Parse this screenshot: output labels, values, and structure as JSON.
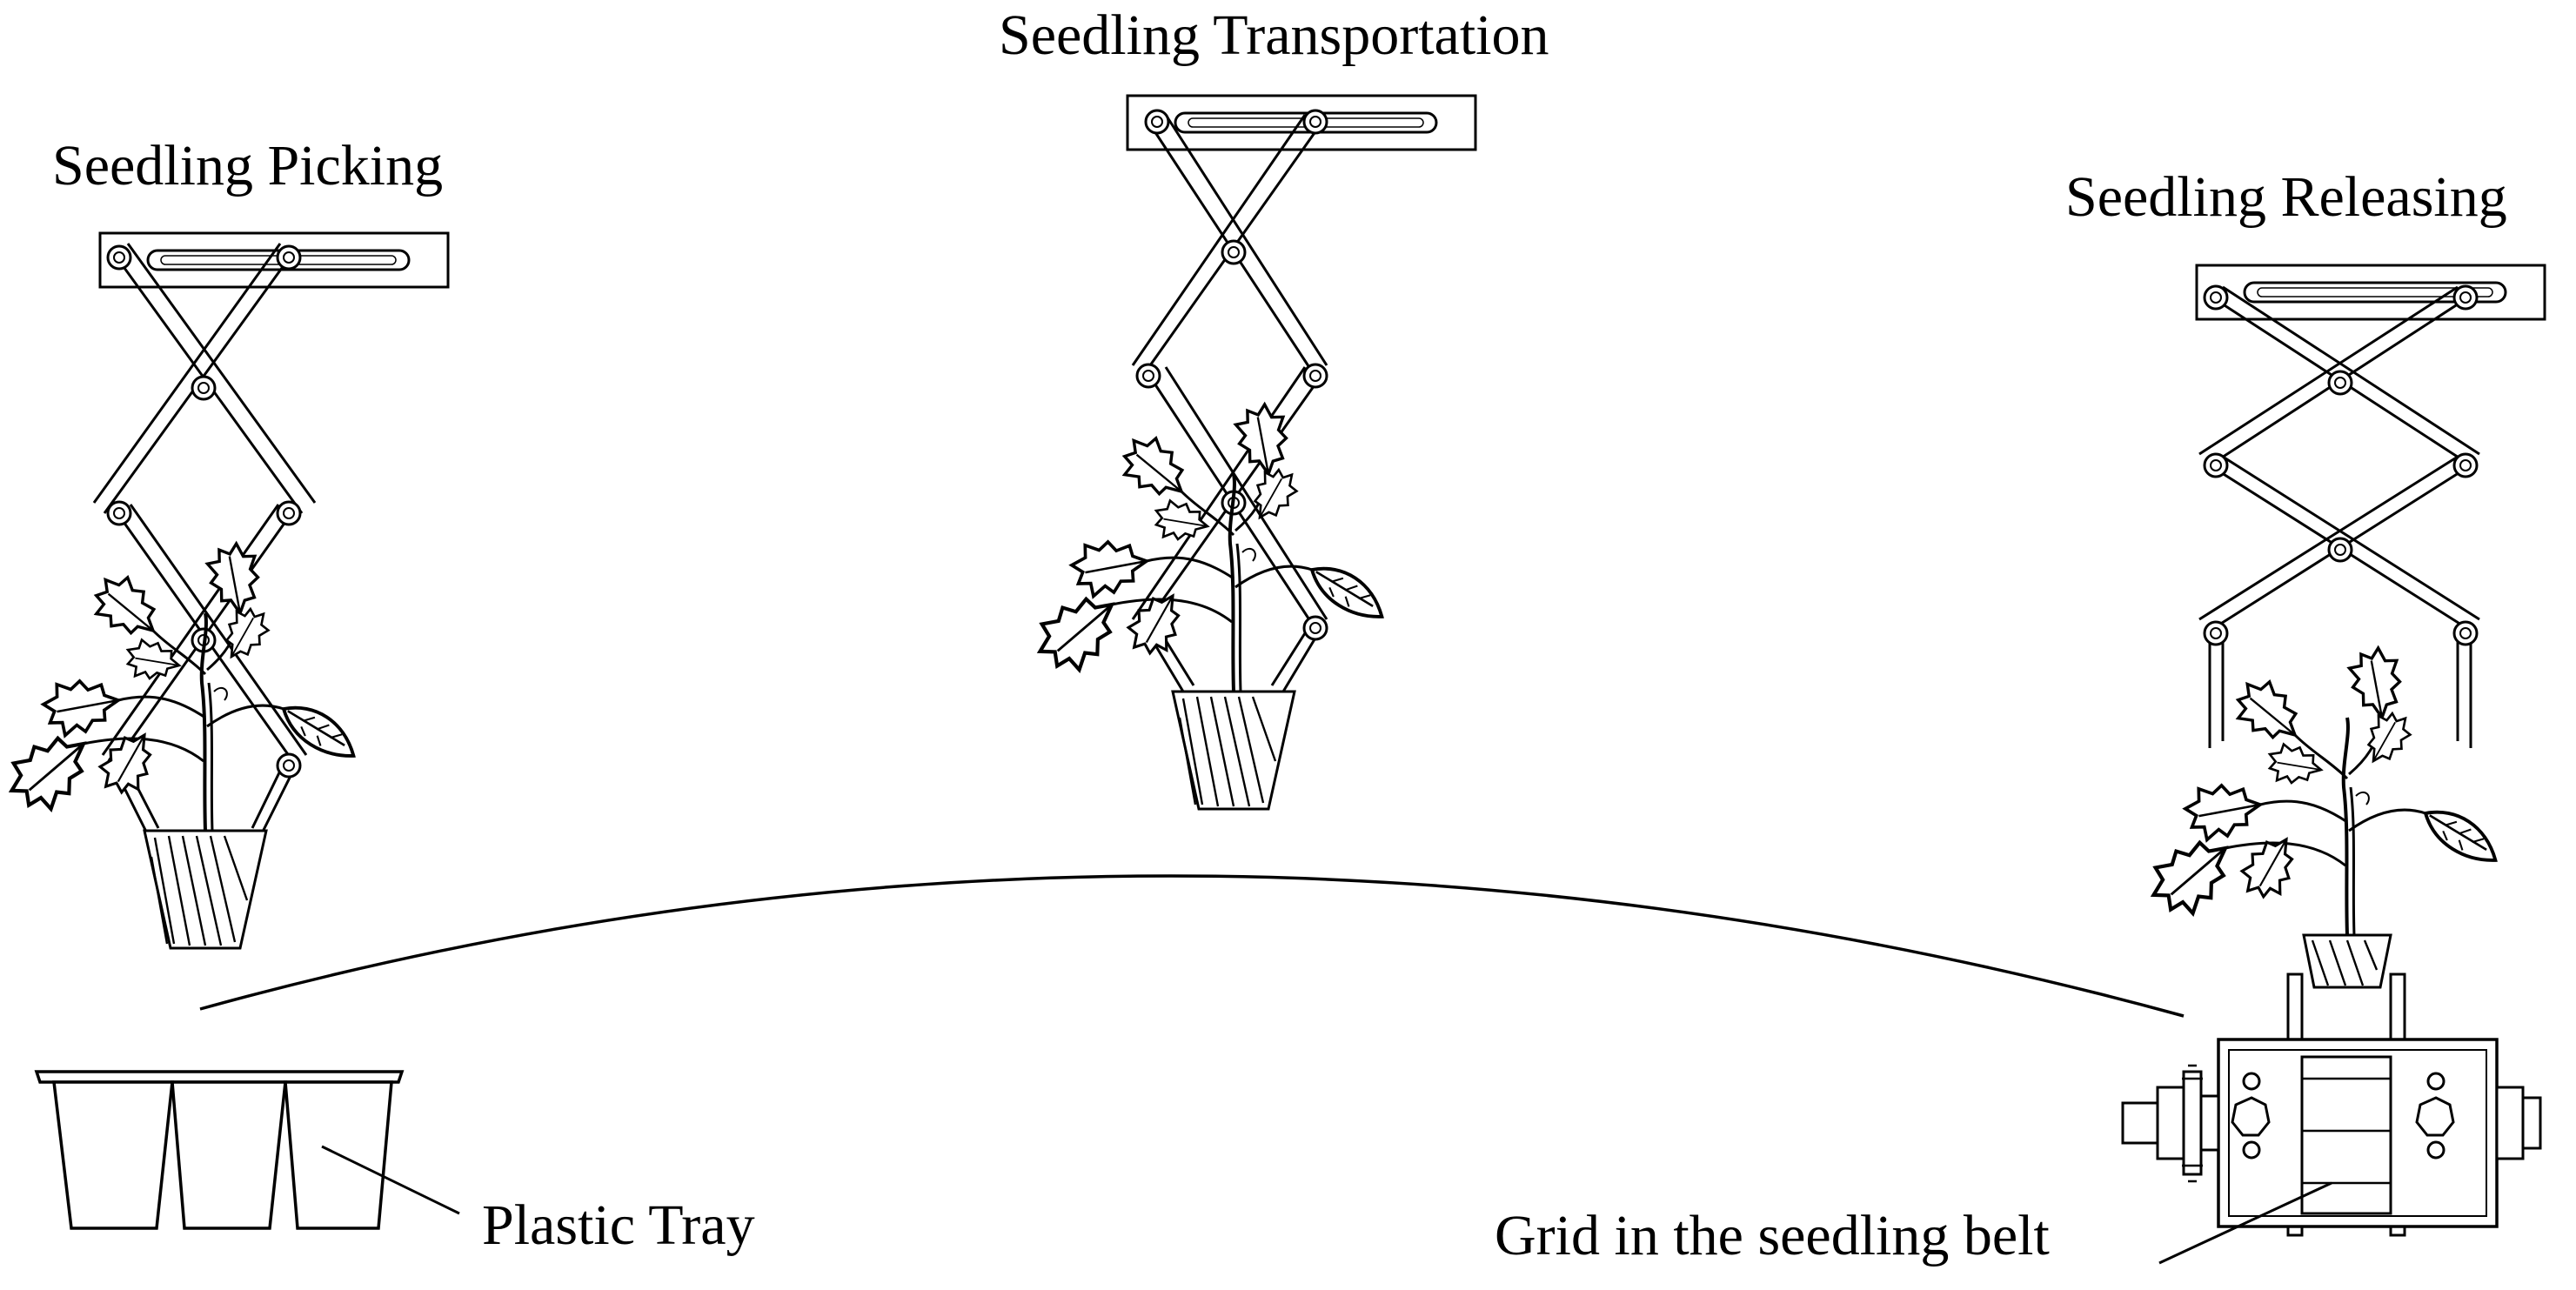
{
  "labels": {
    "picking": "Seedling Picking",
    "transportation": "Seedling Transportation",
    "releasing": "Seedling Releasing",
    "tray": "Plastic Tray",
    "belt": "Grid in the seedling belt"
  },
  "colors": {
    "stroke": "#000000",
    "background": "#ffffff"
  }
}
